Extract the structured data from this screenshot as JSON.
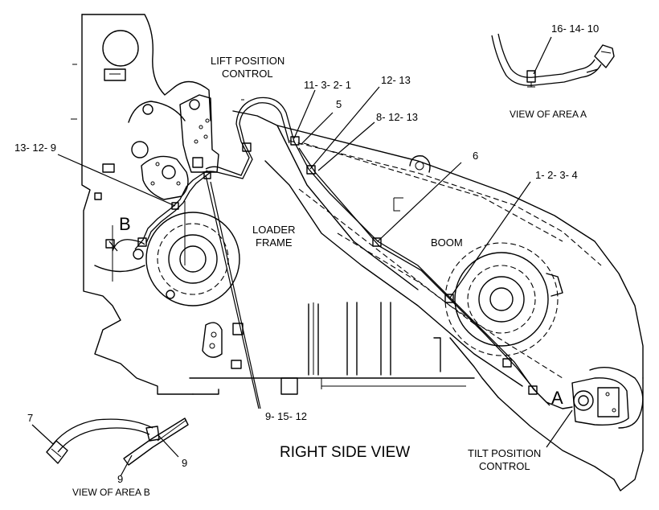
{
  "labels": {
    "lift_position_control_line1": "LIFT POSITION",
    "lift_position_control_line2": "CONTROL",
    "tilt_position_control_line1": "TILT POSITION",
    "tilt_position_control_line2": "CONTROL",
    "loader_frame_line1": "LOADER",
    "loader_frame_line2": "FRAME",
    "boom": "BOOM",
    "right_side_view": "RIGHT SIDE VIEW",
    "view_of_area_a": "VIEW OF AREA  A",
    "view_of_area_b": "VIEW OF AREA B",
    "area_a_letter": "A",
    "area_b_letter": "B"
  },
  "callouts": {
    "c_16_14_10": "16- 14- 10",
    "c_11_3_2_1": "11- 3- 2- 1",
    "c_12_13": "12- 13",
    "c_5": "5",
    "c_8_12_13": "8- 12- 13",
    "c_13_12_9": "13- 12- 9",
    "c_6": "6",
    "c_1_2_3_4": "1- 2- 3- 4",
    "c_9_15_12": "9- 15- 12",
    "c_7": "7",
    "c_9_left": "9",
    "c_9_right": "9"
  }
}
